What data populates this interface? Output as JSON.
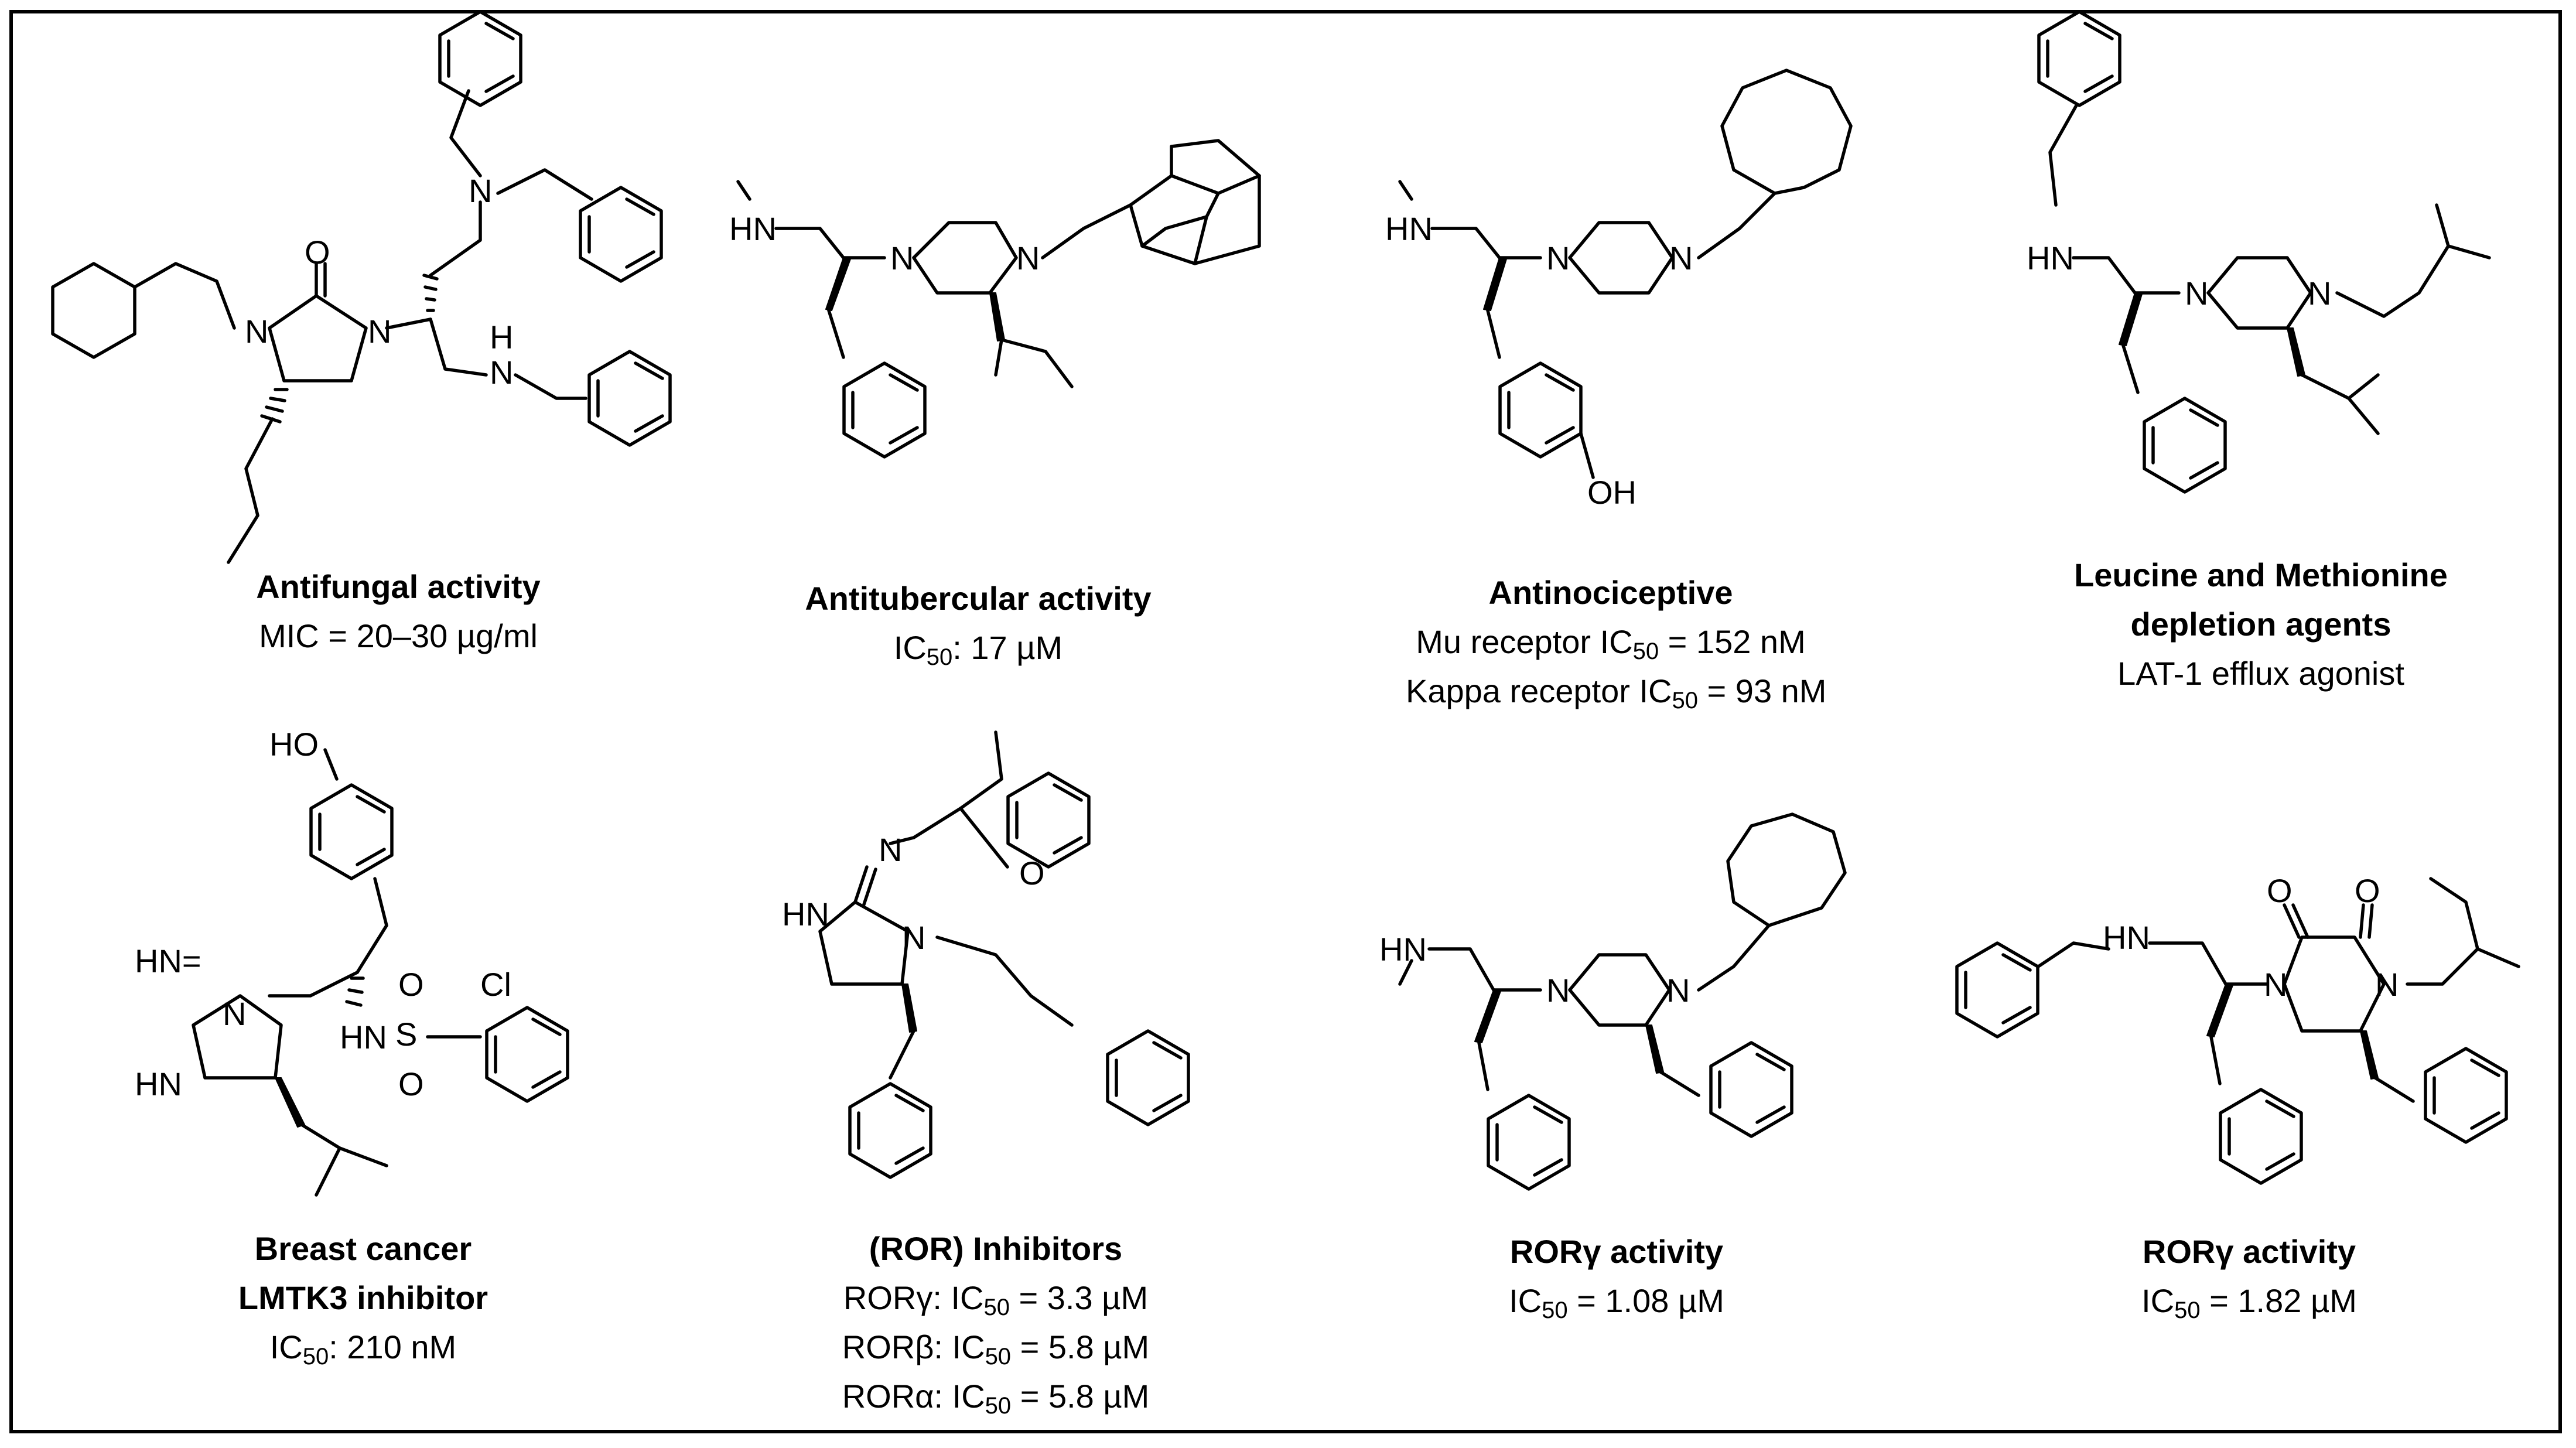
{
  "compounds": [
    {
      "title": [
        "Antifungal activity"
      ],
      "lines": [
        "MIC = 20–30 µg/ml"
      ]
    },
    {
      "title": [
        "Antitubercular activity"
      ],
      "lines": [
        [
          "IC",
          "50",
          ": 17 µM"
        ]
      ]
    },
    {
      "title": [
        "Antinociceptive"
      ],
      "lines": [
        [
          "Mu  receptor IC",
          "50",
          " = 152 nM"
        ],
        [
          "Kappa receptor IC",
          "50",
          " = 93 nM"
        ]
      ]
    },
    {
      "title": [
        "Leucine and Methionine",
        "depletion agents"
      ],
      "lines": [
        "LAT-1 efflux agonist"
      ]
    },
    {
      "title": [
        "Breast cancer",
        "LMTK3 inhibitor"
      ],
      "lines": [
        [
          "IC",
          "50",
          ": 210 nM"
        ]
      ]
    },
    {
      "title": [
        "(ROR) Inhibitors"
      ],
      "lines": [
        [
          "RORγ: IC",
          "50",
          " = 3.3 µM"
        ],
        [
          "RORβ: IC",
          "50",
          " = 5.8 µM"
        ],
        [
          "RORα: IC",
          "50",
          " = 5.8 µM"
        ]
      ]
    },
    {
      "title": [
        "RORγ activity"
      ],
      "lines": [
        [
          "IC",
          "50",
          " = 1.08 µM"
        ]
      ]
    },
    {
      "title": [
        "RORγ activity"
      ],
      "lines": [
        [
          "IC",
          "50",
          " = 1.82 µM"
        ]
      ]
    }
  ],
  "atoms": {
    "O": "O",
    "N": "N",
    "H": "H",
    "HN": "HN",
    "NH": "NH",
    "OH": "OH",
    "HO": "HO",
    "HN_eq": "HN=",
    "S": "S",
    "Cl": "Cl"
  }
}
